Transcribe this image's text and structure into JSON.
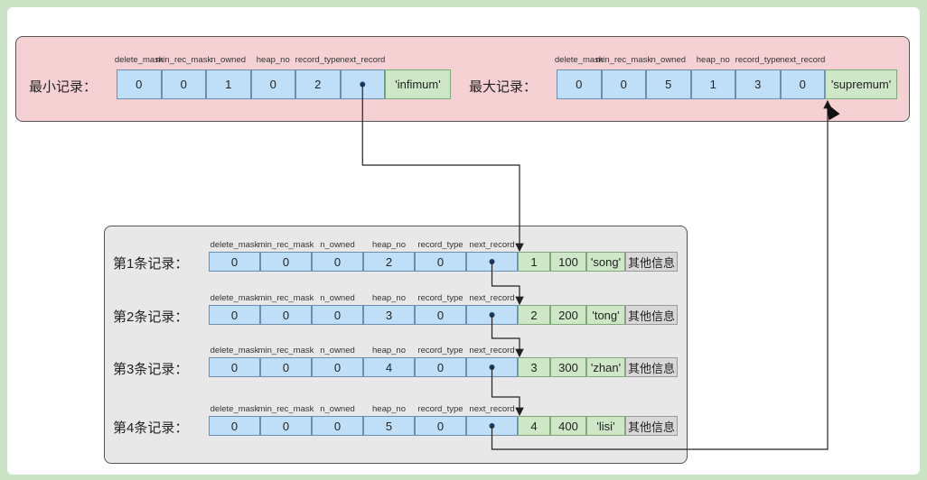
{
  "header_labels": [
    "delete_mask",
    "min_rec_mask",
    "n_owned",
    "heap_no",
    "record_type",
    "next_record"
  ],
  "infimum": {
    "label": "最小记录：",
    "values": [
      "0",
      "0",
      "1",
      "0",
      "2"
    ],
    "name": "'infimum'"
  },
  "supremum": {
    "label": "最大记录：",
    "values": [
      "0",
      "0",
      "5",
      "1",
      "3",
      "0"
    ],
    "name": "'supremum'"
  },
  "records": [
    {
      "label": "第1条记录：",
      "values": [
        "0",
        "0",
        "0",
        "2",
        "0"
      ],
      "id": "1",
      "score": "100",
      "name": "'song'",
      "other": "其他信息"
    },
    {
      "label": "第2条记录：",
      "values": [
        "0",
        "0",
        "0",
        "3",
        "0"
      ],
      "id": "2",
      "score": "200",
      "name": "'tong'",
      "other": "其他信息"
    },
    {
      "label": "第3条记录：",
      "values": [
        "0",
        "0",
        "0",
        "4",
        "0"
      ],
      "id": "3",
      "score": "300",
      "name": "'zhan'",
      "other": "其他信息"
    },
    {
      "label": "第4条记录：",
      "values": [
        "0",
        "0",
        "0",
        "5",
        "0"
      ],
      "id": "4",
      "score": "400",
      "name": "'lisi'",
      "other": "其他信息"
    }
  ]
}
